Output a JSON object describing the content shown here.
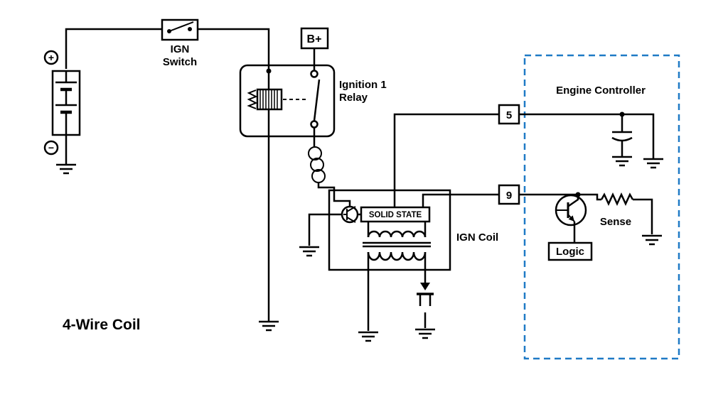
{
  "title": "4-Wire Coil",
  "colors": {
    "background": "#ffffff",
    "line": "#000000",
    "controller_border": "#1f7ac6"
  },
  "labels": {
    "battery_plus": "+",
    "battery_minus": "−",
    "ign_switch_line1": "IGN",
    "ign_switch_line2": "Switch",
    "b_plus": "B+",
    "relay_line1": "Ignition 1",
    "relay_line2": "Relay",
    "engine_controller": "Engine Controller",
    "solid_state": "SOLID STATE",
    "ign_coil": "IGN Coil",
    "pin5": "5",
    "pin9": "9",
    "sense": "Sense",
    "logic": "Logic",
    "diagram_title": "4-Wire Coil"
  }
}
